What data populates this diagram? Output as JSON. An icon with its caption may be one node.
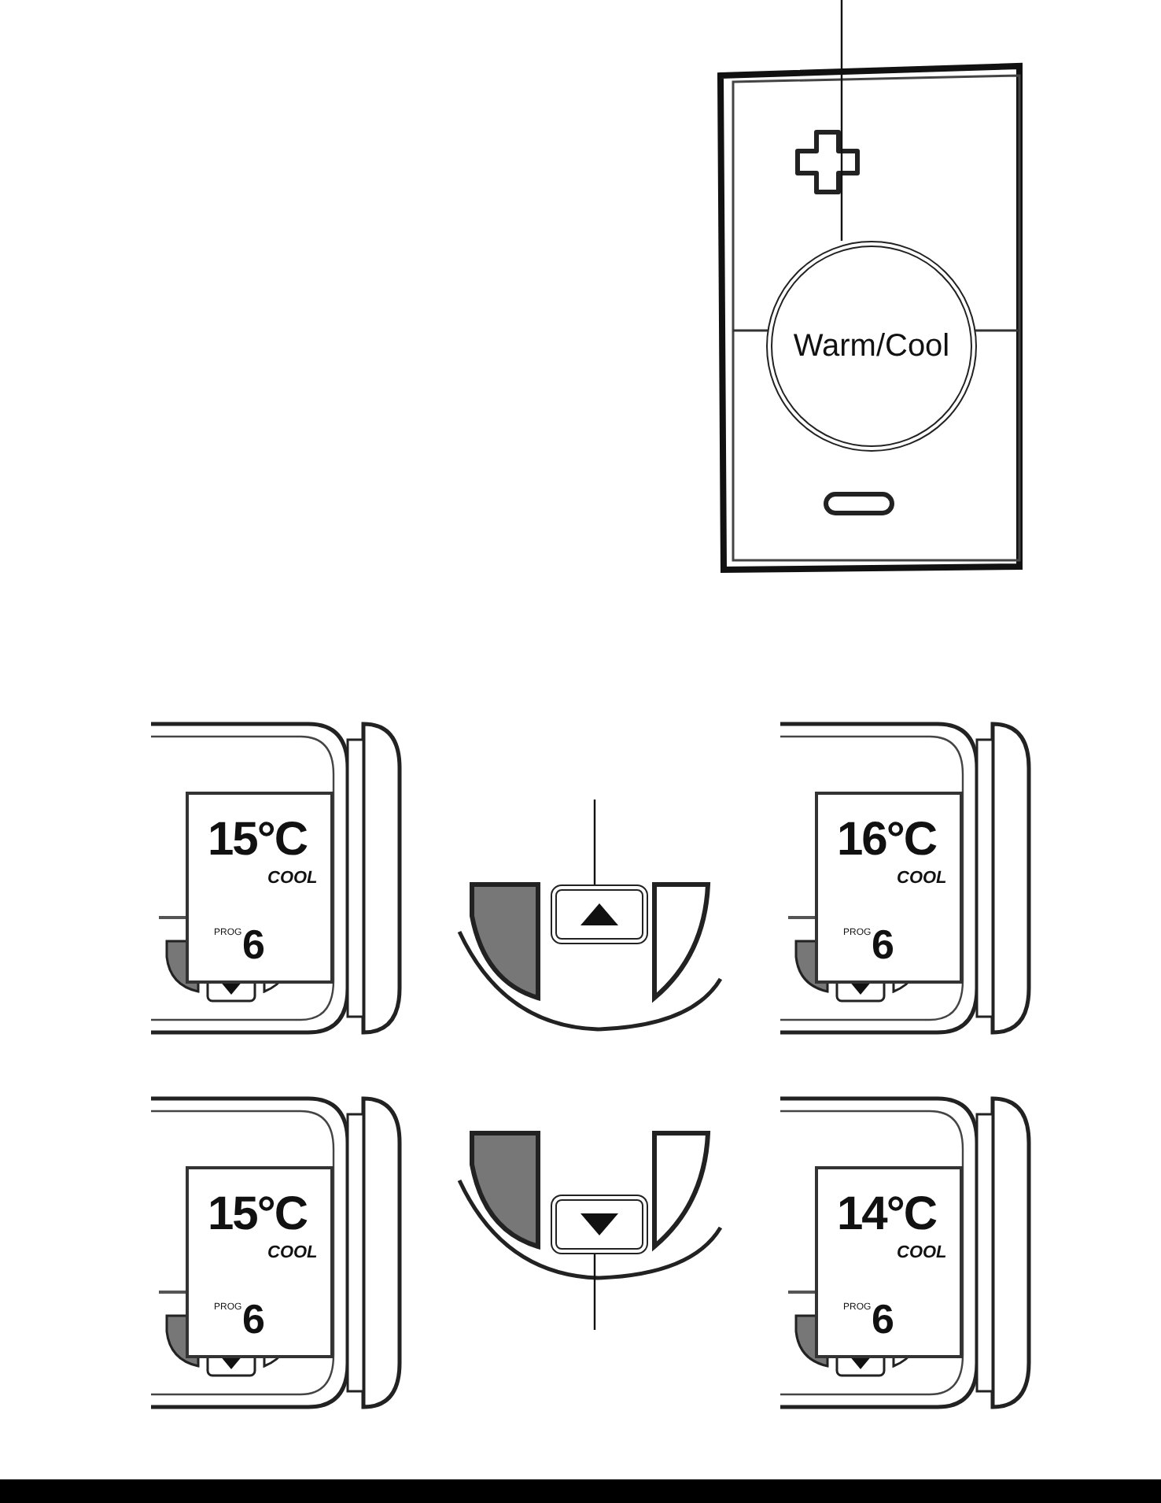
{
  "diagram": {
    "nodes": [
      {
        "text": [
          "Warm/Cool"
        ]
      },
      {
        "text": [],
        "shape": "box"
      },
      {
        "text": [],
        "shape": "box"
      },
      {
        "text": [
          "15°C",
          "COOL",
          "PROG",
          "6"
        ]
      },
      {
        "text": [
          "16°C",
          "COOL",
          "PROG",
          "6"
        ]
      },
      {
        "text": [
          "15°C",
          "COOL",
          "PROG",
          "6"
        ]
      },
      {
        "text": [
          "14°C",
          "COOL",
          "PROG",
          "6"
        ]
      }
    ],
    "edges": [
      {
        "from": null,
        "to": 0,
        "arrow": "none"
      },
      {
        "from": null,
        "to": 1,
        "arrow": "none"
      },
      {
        "from": null,
        "to": 2,
        "arrow": "none"
      }
    ]
  }
}
